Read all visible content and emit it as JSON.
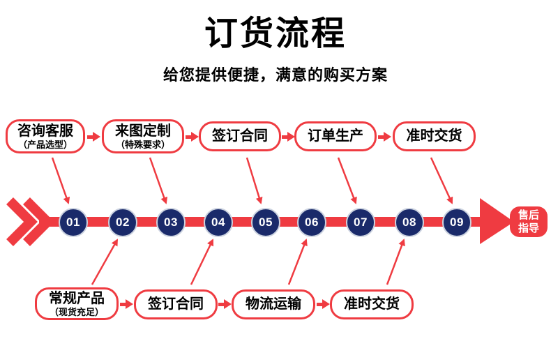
{
  "page": {
    "title": "订货流程",
    "subtitle": "给您提供便捷，满意的购买方案"
  },
  "colors": {
    "red": "#ef3b41",
    "navy": "#1a2a6a",
    "ring": "#ccd3e0",
    "text": "#000000",
    "white": "#ffffff"
  },
  "top_steps": [
    {
      "label": "咨询客服",
      "sublabel": "（产品选型）"
    },
    {
      "label": "来图定制",
      "sublabel": "（特殊要求）"
    },
    {
      "label": "签订合同",
      "sublabel": ""
    },
    {
      "label": "订单生产",
      "sublabel": ""
    },
    {
      "label": "准时交货",
      "sublabel": ""
    }
  ],
  "bottom_steps": [
    {
      "label": "常规产品",
      "sublabel": "（现货充足）"
    },
    {
      "label": "签订合同",
      "sublabel": ""
    },
    {
      "label": "物流运输",
      "sublabel": ""
    },
    {
      "label": "准时交货",
      "sublabel": ""
    }
  ],
  "timeline": {
    "numbers": [
      "01",
      "02",
      "03",
      "04",
      "05",
      "06",
      "07",
      "08",
      "09"
    ],
    "end_label_line1": "售后",
    "end_label_line2": "指导"
  }
}
